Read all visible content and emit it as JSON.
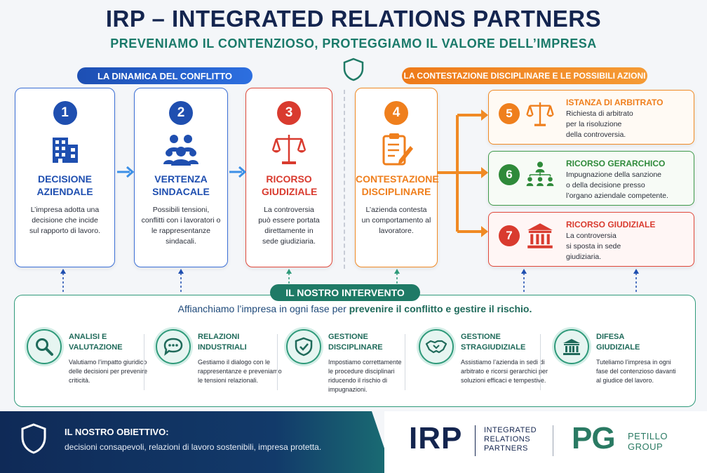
{
  "header": {
    "title": "IRP – INTEGRATED RELATIONS PARTNERS",
    "subtitle": "PREVENIAMO IL CONTENZIOSO, PROTEGGIAMO IL VALORE DELL’IMPRESA"
  },
  "sections": {
    "left_label": "LA DINAMICA DEL CONFLITTO",
    "right_label": "LA CONTESTAZIONE DISCIPLINARE E LE POSSIBILI AZIONI"
  },
  "steps": [
    {
      "num": "1",
      "title": "DECISIONE AZIENDALE",
      "desc": "L’impresa adotta una decisione che incide sul rapporto di lavoro.",
      "icon": "building-icon"
    },
    {
      "num": "2",
      "title": "VERTENZA SINDACALE",
      "desc": "Possibili tensioni, conflitti con i lavoratori o le rappresentanze sindacali.",
      "icon": "group-icon"
    },
    {
      "num": "3",
      "title": "RICORSO GIUDIZIALE",
      "desc": "La controversia può essere portata direttamente in sede giudiziaria.",
      "icon": "scales-icon"
    },
    {
      "num": "4",
      "title": "CONTESTAZIONE DISCIPLINARE",
      "desc": "L’azienda contesta un comportamento al lavoratore.",
      "icon": "clipboard-icon"
    }
  ],
  "actions": [
    {
      "num": "5",
      "title": "ISTANZA DI ARBITRATO",
      "desc_lines": [
        "Richiesta di arbitrato",
        "per la risoluzione",
        "della controversia."
      ],
      "icon": "scales-icon"
    },
    {
      "num": "6",
      "title": "RICORSO GERARCHICO",
      "desc_lines": [
        "Impugnazione della sanzione",
        "o della decisione presso",
        "l’organo aziendale competente."
      ],
      "icon": "hierarchy-icon"
    },
    {
      "num": "7",
      "title": "RICORSO GIUDIZIALE",
      "desc_lines": [
        "La controversia",
        "si sposta in sede",
        "giudiziaria."
      ],
      "icon": "courthouse-icon"
    }
  ],
  "intervention": {
    "label": "IL NOSTRO INTERVENTO",
    "text_pre": "Affianchiamo l’impresa in ogni fase per ",
    "text_bold": "prevenire il conflitto e gestire il rischio.",
    "services": [
      {
        "title_lines": [
          "ANALISI E",
          "VALUTAZIONE"
        ],
        "desc": "Valutiamo l’impatto giuridico delle decisioni per prevenire criticità.",
        "icon": "magnifier-icon"
      },
      {
        "title_lines": [
          "RELAZIONI",
          "INDUSTRIALI"
        ],
        "desc": "Gestiamo il dialogo con le rappresentanze e preveniamo le tensioni relazionali.",
        "icon": "chat-icon"
      },
      {
        "title_lines": [
          "GESTIONE",
          "DISCIPLINARE"
        ],
        "desc": "Impostiamo correttamente le procedure disciplinari riducendo il rischio di impugnazioni.",
        "icon": "shield-check-icon"
      },
      {
        "title_lines": [
          "GESTIONE",
          "STRAGIUDIZIALE"
        ],
        "desc": "Assistiamo l’azienda in sedi di arbitrato e ricorsi gerarchici per soluzioni efficaci e tempestive.",
        "icon": "handshake-icon"
      },
      {
        "title_lines": [
          "DIFESA",
          "GIUDIZIALE"
        ],
        "desc": "Tuteliamo l’impresa in ogni fase del contenzioso davanti al giudice del lavoro.",
        "icon": "courthouse-icon"
      }
    ]
  },
  "footer": {
    "objective_title": "IL NOSTRO OBIETTIVO:",
    "objective_desc": "decisioni consapevoli, relazioni di lavoro sostenibili, impresa protetta.",
    "irp_logo": "IRP",
    "irp_lines": [
      "INTEGRATED",
      "RELATIONS",
      "PARTNERS"
    ],
    "pg_logo": "PG",
    "pg_lines": [
      "PETILLO",
      "GROUP"
    ]
  },
  "colors": {
    "navy": "#14254f",
    "blue": "#1f4fb0",
    "red": "#d93b2f",
    "orange": "#ef7f1d",
    "green": "#2f8a3a",
    "teal": "#1f7a66"
  }
}
